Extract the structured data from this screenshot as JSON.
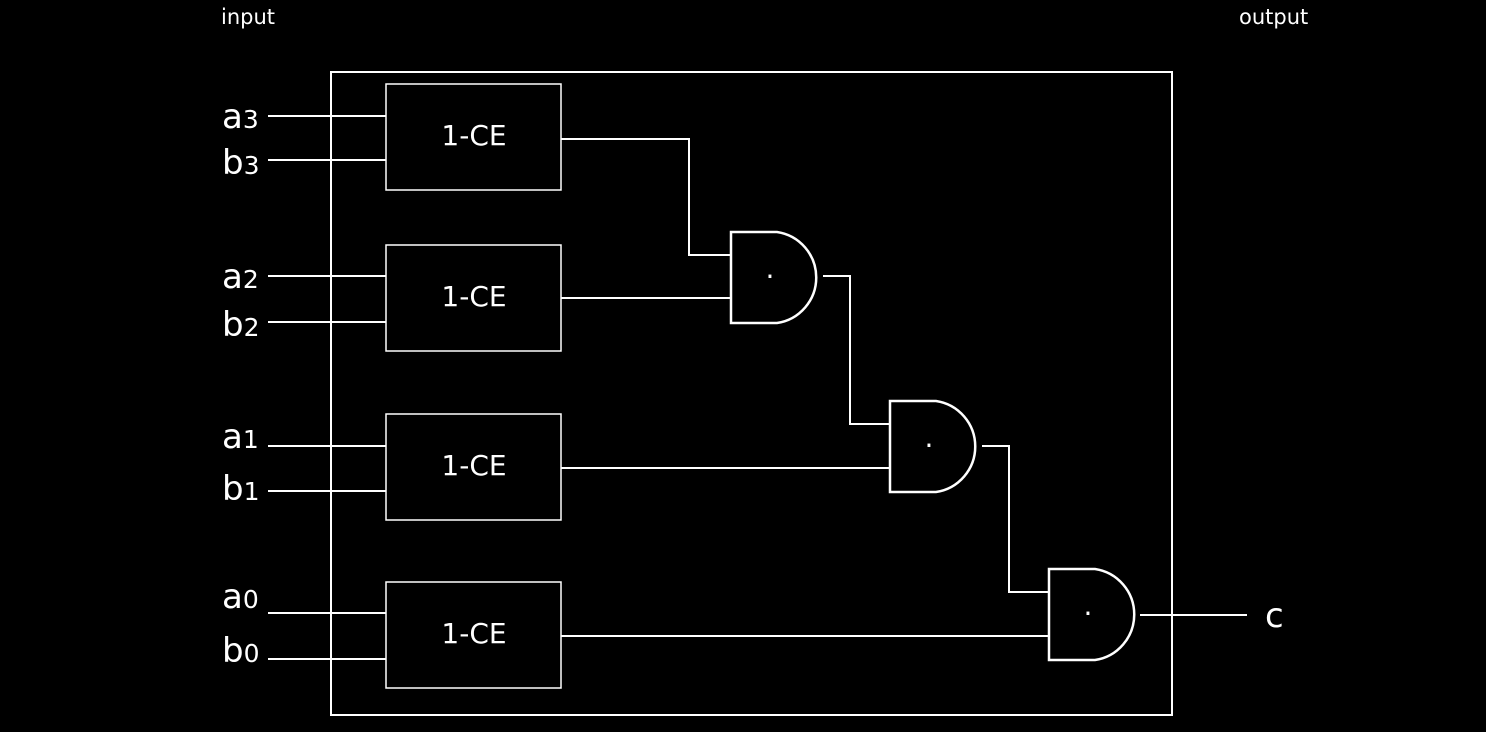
{
  "labels": {
    "input": "input",
    "output": "output",
    "output_signal": "c"
  },
  "inputs": [
    {
      "letter": "a",
      "index": "3"
    },
    {
      "letter": "b",
      "index": "3"
    },
    {
      "letter": "a",
      "index": "2"
    },
    {
      "letter": "b",
      "index": "2"
    },
    {
      "letter": "a",
      "index": "1"
    },
    {
      "letter": "b",
      "index": "1"
    },
    {
      "letter": "a",
      "index": "0"
    },
    {
      "letter": "b",
      "index": "0"
    }
  ],
  "blocks": [
    {
      "label": "1-CE"
    },
    {
      "label": "1-CE"
    },
    {
      "label": "1-CE"
    },
    {
      "label": "1-CE"
    }
  ],
  "gates": [
    {
      "symbol": "·"
    },
    {
      "symbol": "·"
    },
    {
      "symbol": "·"
    }
  ],
  "colors": {
    "background": "#000000",
    "foreground": "#ffffff"
  }
}
